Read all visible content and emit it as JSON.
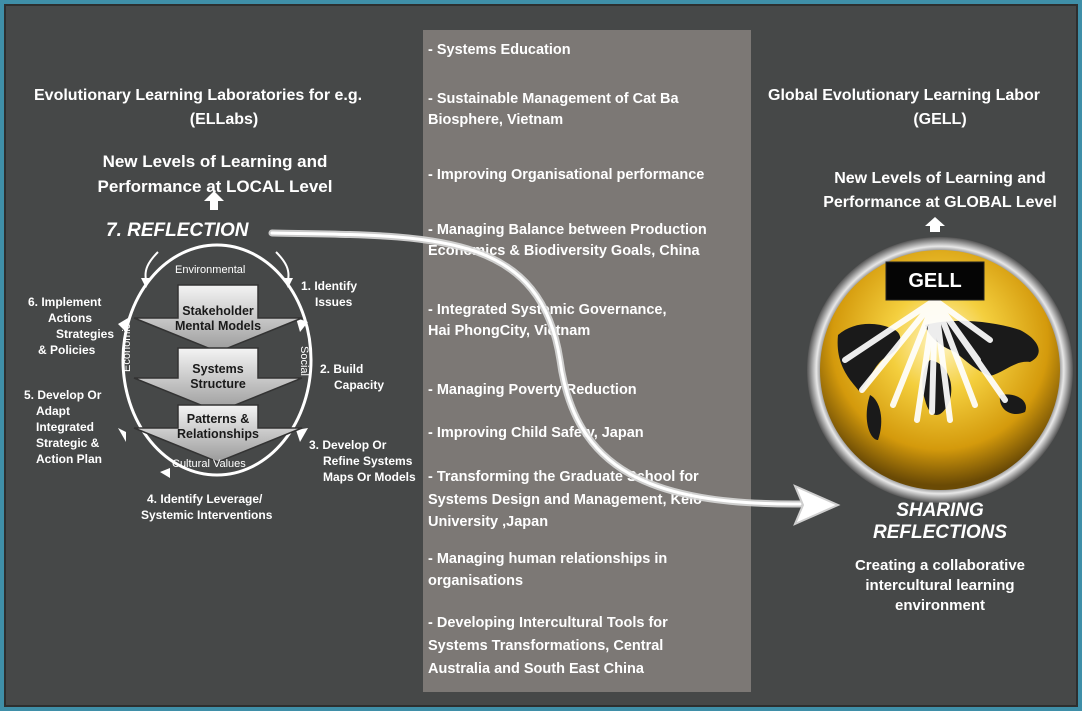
{
  "left": {
    "heading_line1": "Evolutionary Learning Laboratories for e.g.",
    "heading_line2": "(ELLabs)",
    "local_line1": "New Levels of Learning and",
    "local_line2": "Performance at LOCAL Level",
    "reflection": "7. REFLECTION",
    "steps": {
      "s1a": "1. Identify",
      "s1b": "Issues",
      "s2a": "2. Build",
      "s2b": "Capacity",
      "s3a": "3. Develop Or",
      "s3b": "Refine Systems",
      "s3c": "Maps Or Models",
      "s4a": "4. Identify Leverage/",
      "s4b": "Systemic Interventions",
      "s5a": "5. Develop Or",
      "s5b": "Adapt",
      "s5c": "Integrated",
      "s5d": "Strategic &",
      "s5e": "Action Plan",
      "s6a": "6. Implement",
      "s6b": "Actions",
      "s6c": "Strategies",
      "s6d": "& Policies"
    },
    "ring": {
      "top": "Environmental",
      "right": "Social",
      "bottom": "Cultural Values",
      "left": "Economic"
    },
    "arrows": {
      "a1a": "Stakeholder",
      "a1b": "Mental Models",
      "a2a": "Systems",
      "a2b": "Structure",
      "a3a": "Patterns &",
      "a3b": "Relationships"
    }
  },
  "middle": {
    "items": [
      "- Systems Education",
      "- Sustainable Management of  Cat Ba",
      "Biosphere, Vietnam",
      "- Improving Organisational performance",
      "- Managing Balance between Production",
      "Economics  & Biodiversity Goals, China",
      "- Integrated  Systemic Governance,",
      "Hai PhongCity, Vietnam",
      "- Managing Poverty Reduction",
      "- Improving Child Safety, Japan",
      "- Transforming the Graduate School for",
      "Systems Design and Management, Kelo",
      "University ,Japan",
      "- Managing human relationships in",
      "organisations",
      "- Developing Intercultural Tools for",
      "Systems Transformations, Central",
      "Australia and South East China"
    ]
  },
  "right": {
    "heading_line1": "Global Evolutionary Learning Labor",
    "heading_line2": "(GELL)",
    "global_line1": "New Levels of Learning and",
    "global_line2": "Performance at GLOBAL Level",
    "gell_label": "GELL",
    "sharing_line1": "SHARING",
    "sharing_line2": "REFLECTIONS",
    "collab_line1": "Creating a collaborative",
    "collab_line2": "intercultural learning",
    "collab_line3": "environment"
  },
  "colors": {
    "background": "#464848",
    "middle_panel": "#7c7875",
    "globe_gold": "#e9b81a",
    "frame_accent": "#3f8fa8"
  }
}
